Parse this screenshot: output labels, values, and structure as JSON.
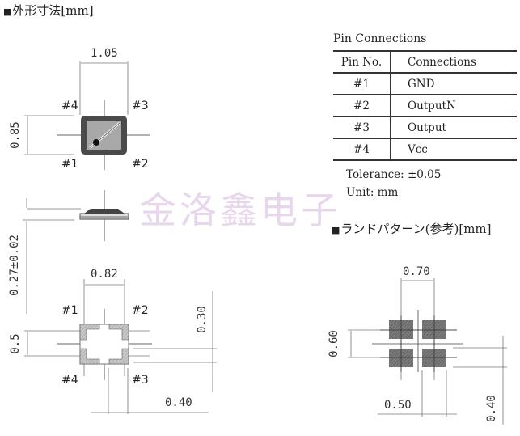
{
  "titles": {
    "outline": "外形寸法[mm]",
    "land_pattern": "ランドパターン(参考)[mm]",
    "bullet": "■"
  },
  "watermark": "金洛鑫电子",
  "pin_table": {
    "title": "Pin Connections",
    "headers": [
      "Pin No.",
      "Connections"
    ],
    "rows": [
      {
        "pin": "#1",
        "connection": "GND"
      },
      {
        "pin": "#2",
        "connection": "OutputN"
      },
      {
        "pin": "#3",
        "connection": "Output"
      },
      {
        "pin": "#4",
        "connection": "Vcc"
      }
    ]
  },
  "notes": {
    "tolerance": "Tolerance: ±0.05",
    "unit": "Unit: mm"
  },
  "top_view": {
    "width_dim": "1.05",
    "height_dim": "0.85",
    "pins": {
      "p1": "#1",
      "p2": "#2",
      "p3": "#3",
      "p4": "#4"
    }
  },
  "side_view": {
    "thickness_dim": "0.27±0.02"
  },
  "bottom_view": {
    "pad_pitch_x": "0.82",
    "pad_pitch_y": "0.5",
    "pad_height": "0.30",
    "pad_width": "0.40",
    "pins": {
      "p1": "#1",
      "p2": "#2",
      "p3": "#3",
      "p4": "#4"
    }
  },
  "land_pattern": {
    "pitch_x": "0.70",
    "pitch_y": "0.60",
    "pad_width": "0.50",
    "pad_height": "0.40"
  },
  "colors": {
    "line": "#555555",
    "body_dark": "#4a4a4a",
    "body_light": "#a8a8a8",
    "pad_fill": "#6e6e6e",
    "watermark": "#c49ad0"
  }
}
